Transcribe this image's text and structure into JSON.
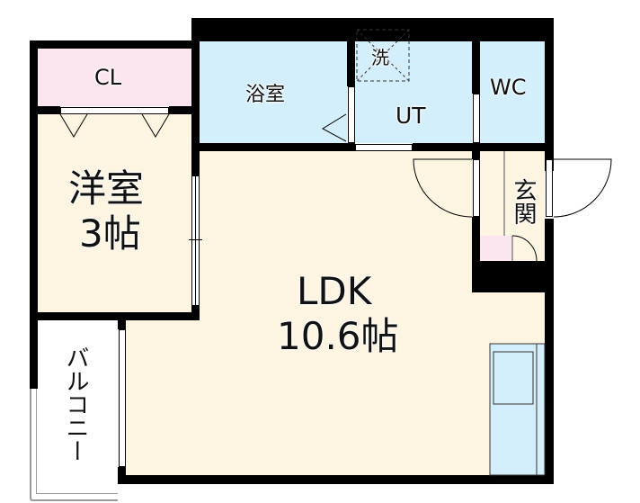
{
  "floorplan": {
    "colors": {
      "wall": "#000000",
      "living_floor": "#fdf4e1",
      "wet_area": "#d3effb",
      "storage": "#fbe6ef",
      "balcony": "#ffffff"
    },
    "rooms": {
      "closet": {
        "label": "CL"
      },
      "bathroom": {
        "label": "浴室"
      },
      "utility": {
        "label": "UT",
        "washer_label": "洗"
      },
      "toilet": {
        "label": "WC"
      },
      "western_room": {
        "label": "洋室",
        "size": "3帖"
      },
      "entrance": {
        "label": "玄関"
      },
      "ldk": {
        "label": "LDK",
        "size": "10.6帖"
      },
      "balcony": {
        "label": "バルコニー"
      }
    }
  }
}
